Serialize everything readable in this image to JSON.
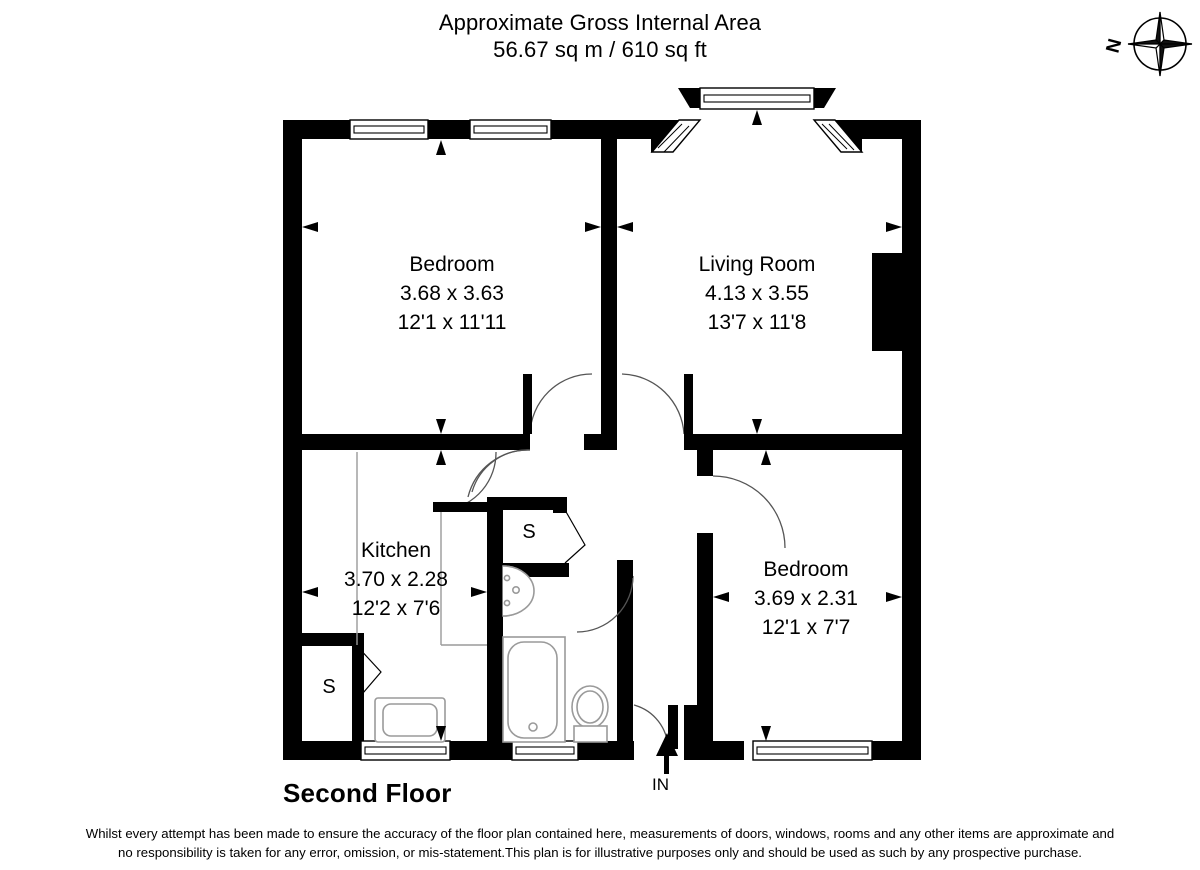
{
  "header": {
    "line1": "Approximate Gross Internal Area",
    "line2": "56.67 sq m / 610 sq ft"
  },
  "floor_title": "Second Floor",
  "entrance_label": "IN",
  "compass": {
    "letter": "N",
    "icon": "compass-rose-icon"
  },
  "rooms": [
    {
      "key": "bedroom_front",
      "name": "Bedroom",
      "metric": "3.68 x 3.63",
      "imperial": "12'1 x 11'11"
    },
    {
      "key": "living_room",
      "name": "Living Room",
      "metric": "4.13 x 3.55",
      "imperial": "13'7 x 11'8"
    },
    {
      "key": "kitchen",
      "name": "Kitchen",
      "metric": "3.70 x 2.28",
      "imperial": "12'2 x 7'6"
    },
    {
      "key": "bedroom_rear",
      "name": "Bedroom",
      "metric": "3.69 x 2.31",
      "imperial": "12'1 x 7'7"
    }
  ],
  "closets": [
    {
      "key": "closet_upper",
      "label": "S"
    },
    {
      "key": "closet_lower",
      "label": "S"
    }
  ],
  "disclaimer": {
    "line1": "Whilst every attempt has been made to ensure the accuracy of the floor plan contained here, measurements of doors, windows, rooms and any other items are approximate and",
    "line2": "no responsibility is taken for any error, omission, or mis-statement.This plan is for illustrative purposes only and should be used as such by any prospective purchase."
  },
  "colors": {
    "wall": "#000000",
    "background": "#ffffff",
    "fixture_outline": "#9a9a9a",
    "window_frame": "#000000"
  }
}
